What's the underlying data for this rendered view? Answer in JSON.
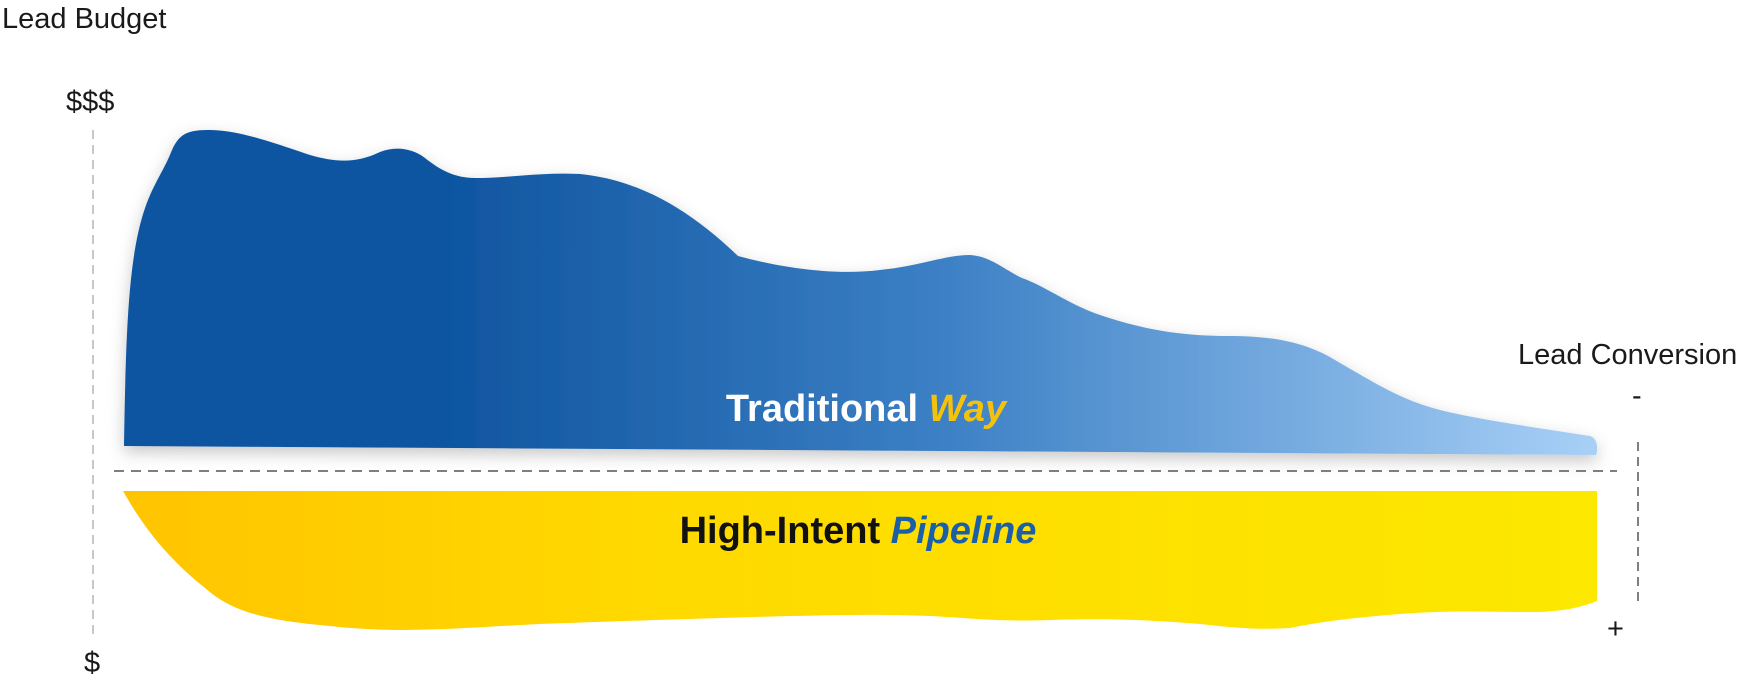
{
  "axes": {
    "y_title": "Lead Budget",
    "y_top": "$$$",
    "y_bottom": "$",
    "x_title": "Lead Conversion",
    "x_minus": "-",
    "x_plus": "+"
  },
  "bands": {
    "traditional": {
      "word1": "Traditional",
      "word2": "Way"
    },
    "high_intent": {
      "word1": "High-Intent",
      "word2": "Pipeline"
    }
  },
  "colors": {
    "blue_dark": "#0F55A0",
    "blue_mid": "#3B7FC4",
    "blue_light": "#A8D0F7",
    "yellow_dark": "#FFC400",
    "yellow_light": "#FCE800",
    "accent_yellow": "#F4C20D",
    "accent_blue": "#1A5FA8",
    "text_white": "#ffffff",
    "text_dark": "#111111",
    "axis_line": "#b5b5b5",
    "divider_line": "#555555"
  }
}
